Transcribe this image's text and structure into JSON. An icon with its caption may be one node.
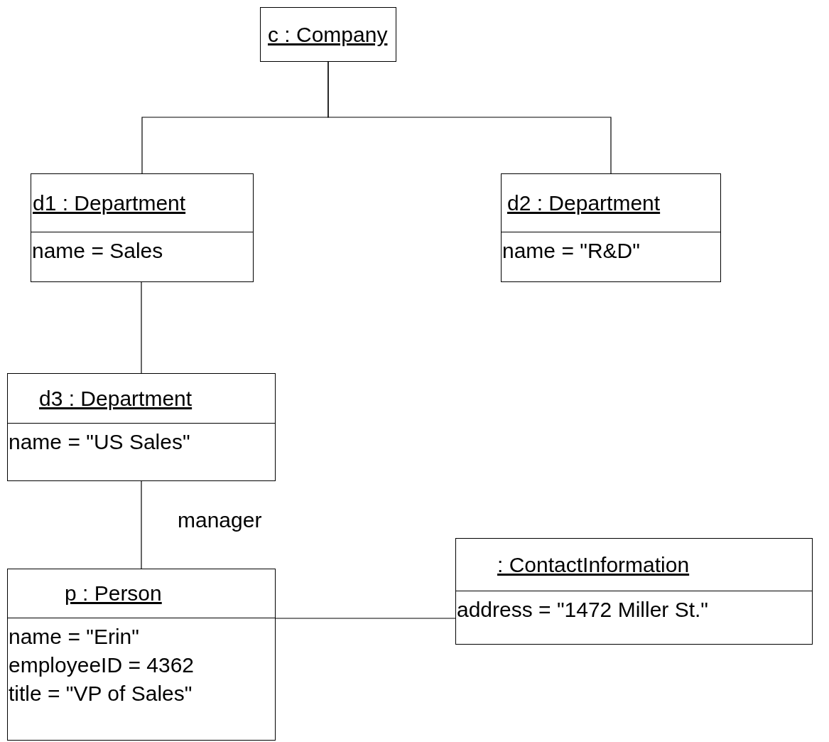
{
  "diagram": {
    "nodes": [
      {
        "text": [
          "c : Company"
        ]
      },
      {
        "text": [
          "d1 : Department",
          "name = Sales"
        ]
      },
      {
        "text": [
          "d2 : Department",
          "name = \"R&D\""
        ]
      },
      {
        "text": [
          "d3 : Department",
          "name = \"US Sales\""
        ]
      },
      {
        "text": [
          "p : Person",
          "name = \"Erin\"",
          "employeeID = 4362",
          "title = \"VP of Sales\""
        ]
      },
      {
        "text": [
          ": ContactInformation",
          "address = \"1472 Miller St.\""
        ]
      }
    ],
    "edges": [
      {
        "from": 0,
        "to": 1,
        "arrow": "none"
      },
      {
        "from": 0,
        "to": 2,
        "arrow": "none"
      },
      {
        "from": 1,
        "to": 3,
        "arrow": "none"
      },
      {
        "from": 3,
        "to": 4,
        "arrow": "none",
        "label": "manager"
      },
      {
        "from": 4,
        "to": 5,
        "arrow": "none"
      }
    ]
  }
}
